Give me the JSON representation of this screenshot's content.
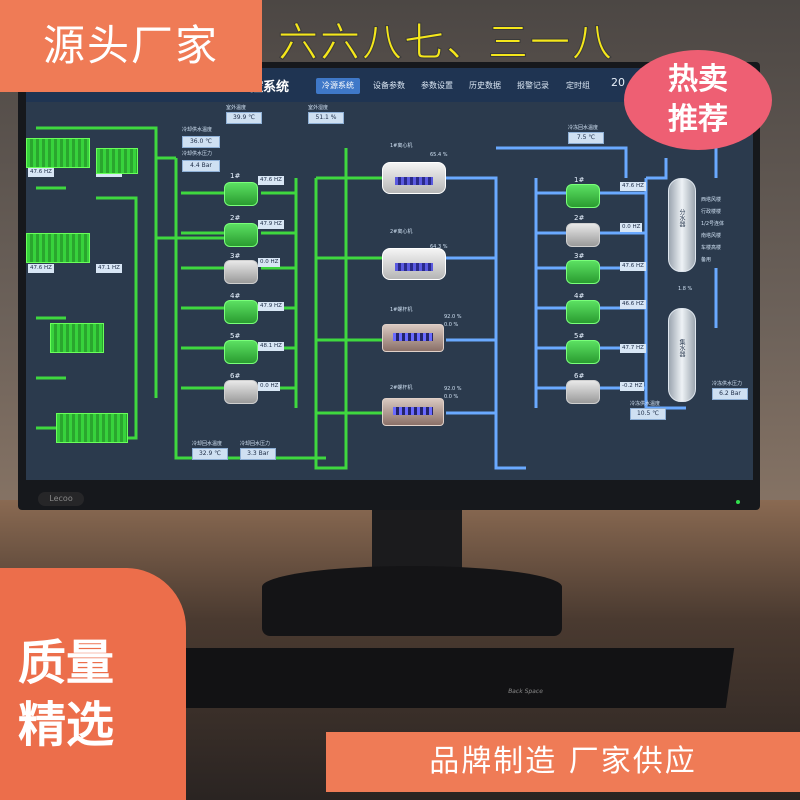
{
  "overlay": {
    "top_left": "源头厂家",
    "top_center": "六六八七、三一八",
    "badge_line1": "热卖",
    "badge_line2": "推荐",
    "quality_line1": "质量",
    "quality_line2": "精选",
    "bottom": "品牌制造  厂家供应"
  },
  "monitor": {
    "brand": "Lecoo",
    "power_led_color": "#31e04d"
  },
  "app": {
    "title": "控系统",
    "tabs": [
      "冷源系统",
      "设备参数",
      "参数设置",
      "历史数据",
      "报警记录",
      "定时组"
    ],
    "active_tab": "冷源系统",
    "time": "20"
  },
  "scada": {
    "top_readouts": [
      {
        "label": "室外温度",
        "value": "39.9 ℃"
      },
      {
        "label": "室外湿度",
        "value": "51.1 %"
      },
      {
        "label": "冷却供水温度",
        "value": "36.0 ℃"
      },
      {
        "label": "冷却供水压力",
        "value": "4.4 Bar"
      },
      {
        "label": "冷冻回水温度",
        "value": "7.5 ℃"
      }
    ],
    "towers": [
      {
        "f1": "47.6 HZ",
        "f2": "47.5 HZ"
      },
      {
        "f1": "47.6 HZ",
        "f2": "47.1 HZ"
      },
      {
        "f1": "",
        "f2": ""
      },
      {
        "f1": "",
        "f2": ""
      },
      {
        "f1": "",
        "f2": ""
      }
    ],
    "cooling_pumps": [
      {
        "tag": "1#",
        "freq": "47.6 HZ",
        "on": true
      },
      {
        "tag": "2#",
        "freq": "47.9 HZ",
        "on": true
      },
      {
        "tag": "3#",
        "freq": "0.0 HZ",
        "on": false
      },
      {
        "tag": "4#",
        "freq": "47.9 HZ",
        "on": true
      },
      {
        "tag": "5#",
        "freq": "48.1 HZ",
        "on": true
      },
      {
        "tag": "6#",
        "freq": "0.0 HZ",
        "on": false
      }
    ],
    "chillers": [
      {
        "name": "1#离心机",
        "load": "65.4 %",
        "type": "centrifugal"
      },
      {
        "name": "2#离心机",
        "load": "64.3 %",
        "type": "centrifugal"
      },
      {
        "name": "1#螺杆机",
        "load": "92.0 %",
        "load2": "0.0 %",
        "type": "screw"
      },
      {
        "name": "2#螺杆机",
        "load": "92.0 %",
        "load2": "0.0 %",
        "type": "screw"
      }
    ],
    "chilled_pumps": [
      {
        "tag": "1#",
        "freq": "47.6 HZ",
        "on": true
      },
      {
        "tag": "2#",
        "freq": "0.0 HZ",
        "on": false
      },
      {
        "tag": "3#",
        "freq": "47.6 HZ",
        "on": true
      },
      {
        "tag": "4#",
        "freq": "46.6 HZ",
        "on": true
      },
      {
        "tag": "5#",
        "freq": "47.7 HZ",
        "on": true
      },
      {
        "tag": "6#",
        "freq": "-0.2 HZ",
        "on": false
      }
    ],
    "bottom_readouts": [
      {
        "label": "冷却回水温度",
        "value": "32.9 ℃"
      },
      {
        "label": "冷却回水压力",
        "value": "3.3 Bar"
      },
      {
        "label": "冷冻供水温度",
        "value": "10.5 ℃"
      },
      {
        "label": "冷冻供水压力",
        "value": "6.2 Bar"
      }
    ],
    "tanks": [
      {
        "label": "分水器"
      },
      {
        "label": "集水器"
      }
    ],
    "bypass_value": "1.8 %",
    "legend": [
      "西塔风楼",
      "行政楼楼",
      "1/2号连体",
      "南塔风楼",
      "车楼高楼",
      "备用"
    ]
  },
  "pipe_colors": {
    "cooling": "#3fd83f",
    "chilled": "#6aa9ff"
  }
}
